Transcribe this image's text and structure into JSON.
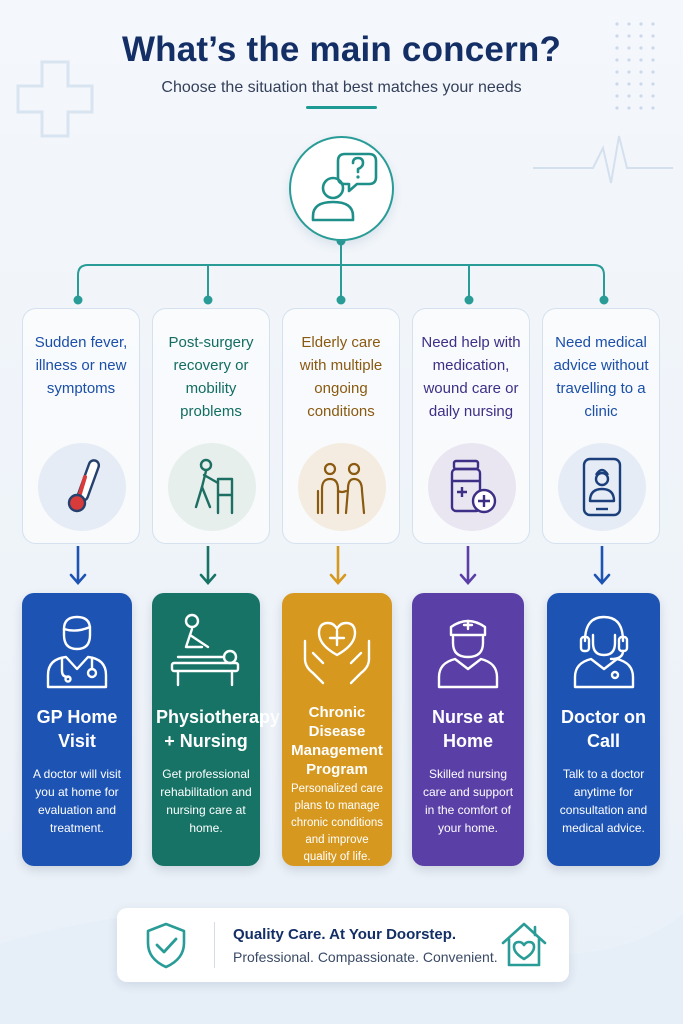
{
  "header": {
    "title": "What’s the main concern?",
    "subtitle": "Choose the situation that best matches your needs"
  },
  "hub": {
    "icon": "person-question-icon",
    "color": "#2a9c97"
  },
  "concerns": [
    {
      "text": "Sudden fever, illness or new symptoms",
      "icon": "thermometer-icon",
      "color": "#1b4fa8"
    },
    {
      "text": "Post-surgery recovery or mobility problems",
      "icon": "walker-icon",
      "color": "#136d62"
    },
    {
      "text": "Elderly care with multiple ongoing conditions",
      "icon": "elderly-couple-icon",
      "color": "#8a5a10"
    },
    {
      "text": "Need help with medication, wound care or daily nursing",
      "icon": "medicine-bottle-icon",
      "color": "#3e2f86"
    },
    {
      "text": "Need medical advice without travelling to a clinic",
      "icon": "phone-doctor-icon",
      "color": "#1b4fa8"
    }
  ],
  "services": [
    {
      "title": "GP Home Visit",
      "desc": "A doctor will visit you at home for evaluation and treatment.",
      "icon": "doctor-icon",
      "color": "#1d53b3"
    },
    {
      "title": "Physiotherapy + Nursing",
      "desc": "Get professional rehabilitation and nursing care at home.",
      "icon": "massage-table-icon",
      "color": "#167366"
    },
    {
      "title": "Chronic Disease Management Program",
      "desc": "Personalized care plans to manage chronic conditions and improve quality of life.",
      "icon": "heart-hands-icon",
      "color": "#d6981f"
    },
    {
      "title": "Nurse at Home",
      "desc": "Skilled nursing care and support in the comfort of your home.",
      "icon": "nurse-icon",
      "color": "#5a3fa6"
    },
    {
      "title": "Doctor on Call",
      "desc": "Talk to a doctor anytime for consultation and medical advice.",
      "icon": "headset-doctor-icon",
      "color": "#1d53b3"
    }
  ],
  "footer": {
    "headline": "Quality Care. At Your Doorstep.",
    "tagline": "Professional. Compassionate. Convenient.",
    "left_icon": "shield-check-icon",
    "right_icon": "house-heart-icon"
  }
}
